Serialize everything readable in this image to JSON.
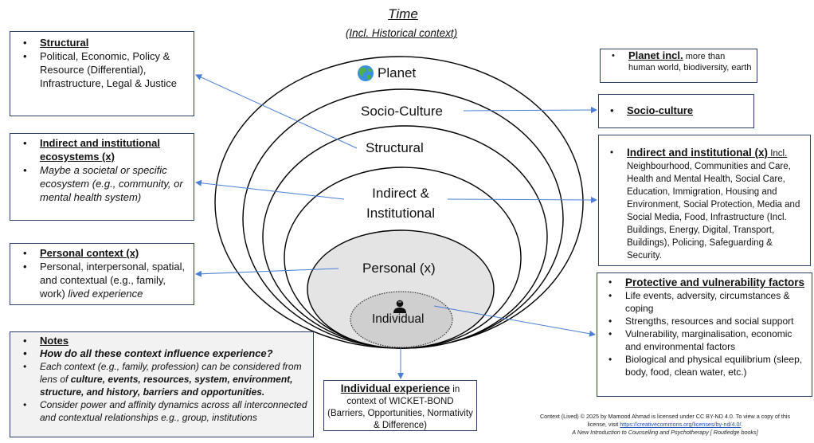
{
  "title": {
    "main": "Time",
    "subtitle": "(Incl. Historical context)"
  },
  "colors": {
    "box_border": "#2c3e66",
    "arrow": "#4a7fd4",
    "personal_fill": "#e4e4e4",
    "individual_fill": "#cfcfcf",
    "notes_fill": "#f2f2f2",
    "ellipse_stroke": "#000000"
  },
  "rings": [
    {
      "id": "planet",
      "label": "Planet",
      "icon": "globe-icon"
    },
    {
      "id": "socio-culture",
      "label": "Socio-Culture"
    },
    {
      "id": "structural",
      "label": "Structural"
    },
    {
      "id": "indirect",
      "label_line1": "Indirect &",
      "label_line2": "Institutional"
    },
    {
      "id": "personal",
      "label": "Personal (x)"
    },
    {
      "id": "individual",
      "label": "Individual",
      "icon": "person-icon"
    }
  ],
  "left_boxes": {
    "structural": {
      "heading": "Structural",
      "text": "Political, Economic, Policy & Resource (Differential), Infrastructure, Legal & Justice"
    },
    "indirect": {
      "heading": "Indirect and institutional ecosystems (x)",
      "text": "Maybe a societal or specific ecosystem (e.g., community, or mental health system)"
    },
    "personal": {
      "heading": "Personal context (x)",
      "text": "Personal, interpersonal, spatial, and contextual (e.g., family, work) ",
      "text_italic": "lived experience"
    }
  },
  "notes": {
    "heading": "Notes",
    "question": "How do all these context influence experience?",
    "item1_pre": "Each context (e.g., family, profession) can be considered from lens of ",
    "item1_bold": "culture, events, resources, system, environment, structure, and history, barriers and opportunities.",
    "item2": "Consider power and affinity dynamics across all interconnected and contextual relationships e.g., group, institutions"
  },
  "right_boxes": {
    "planet": {
      "heading": "Planet incl.",
      "text": " more than human world, biodiversity, earth"
    },
    "socio": {
      "heading": "Socio-culture"
    },
    "indirect": {
      "heading": "Indirect and institutional (x)",
      "text_incl": " Incl.",
      "text": "Neighbourhood, Communities and Care, Health and Mental Health, Social Care, Education, Immigration, Housing and Environment, Social Protection, Media and Social Media, Food, Infrastructure (Incl. Buildings, Energy, Digital, Transport, Buildings), Policing, Safeguarding & Security."
    },
    "protective": {
      "heading": "Protective and vulnerability factors",
      "items": [
        "Life events, adversity, circumstances & coping",
        "Strengths, resources and social support",
        "Vulnerability,  marginalisation, economic and environmental factors",
        "Biological and physical equilibrium (sleep, body, food, clean water, etc.)"
      ]
    }
  },
  "individual_experience": {
    "heading": "Individual experience",
    "suffix": " in",
    "line2": "context of WICKET-BOND",
    "line3": "(Barriers, Opportunities, Normativity & Difference)"
  },
  "credit": {
    "line1": "Context (Lived) © 2025 by Mamood Ahmad is licensed under CC BY-ND 4.0. To view a copy of this",
    "line2_pre": "license, visit ",
    "link": "https://creativecommons.org/licenses/by-nd/4.0/",
    "line2_post": ".",
    "line3": "A New Introduction to Counselling and Psychotherapy [ Routledge books]"
  }
}
